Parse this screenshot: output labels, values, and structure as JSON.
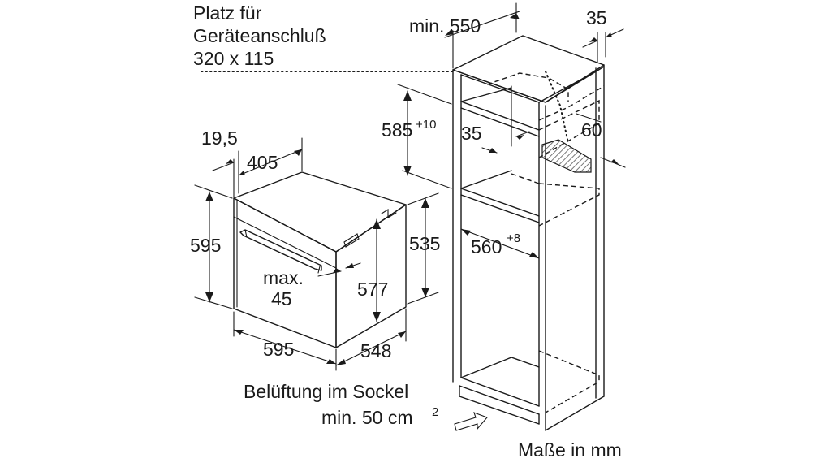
{
  "labels": {
    "connection_line1": "Platz für",
    "connection_line2": "Geräteanschluß",
    "connection_line3": "320 x 115",
    "min_550": "min. 550",
    "dim_35_top": "35",
    "dim_585": "585",
    "dim_585_sup": "+10",
    "dim_35_mid": "35",
    "dim_60": "60",
    "dim_19_5": "19,5",
    "dim_405": "405",
    "dim_595_left": "595",
    "dim_535": "535",
    "dim_577": "577",
    "max_line1": "max.",
    "max_line2": "45",
    "dim_560": "560",
    "dim_560_sup": "+8",
    "dim_595_bottom": "595",
    "dim_548": "548",
    "ventilation_line1": "Belüftung im Sockel",
    "ventilation_line2": "min. 50 cm",
    "ventilation_sup": "2",
    "units": "Maße in mm"
  },
  "colors": {
    "line": "#1a1a1a",
    "hatch": "#555555",
    "background": "#ffffff"
  }
}
